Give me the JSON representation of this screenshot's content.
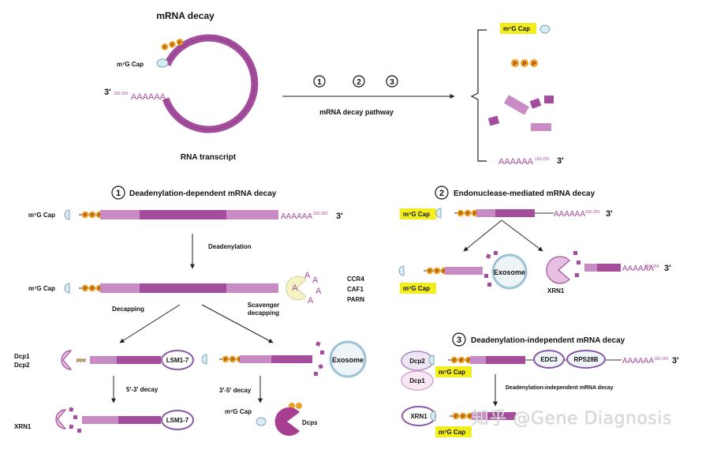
{
  "colors": {
    "rna": "#a34d9c",
    "rna_light": "#c98bc4",
    "p": "#f0a020",
    "cap_bg": "#f2ee1e",
    "cap_fill": "#d9ecf3",
    "cap_stroke": "#7fa6b8",
    "exo_fill": "#eef5f9",
    "exo_stroke": "#9ec3d6",
    "lsm_fill": "#ffffff",
    "lsm_stroke": "#8a5aa8",
    "scav": "#f5f2c4"
  },
  "top": {
    "title": "mRNA decay",
    "m7g_label": "m⁷G Cap",
    "three_prime": "3'",
    "polyA": "AAAAAA",
    "polyA_sup": "150-250",
    "transcript_label": "RNA transcript",
    "steps": [
      "1",
      "2",
      "3"
    ],
    "arrow_label": "mRNA decay pathway",
    "p": "P",
    "product_cap": "m⁷G Cap",
    "product_polyA": "AAAAAA",
    "product_polyA_sup": "150-250",
    "product_three": "3'"
  },
  "panel1": {
    "num": "1",
    "title": "Deadenylation-dependent mRNA decay",
    "cap": "m⁷G Cap",
    "polyA": "AAAAAA",
    "polyA_sup": "150-250",
    "three": "3'",
    "deadenylation": "Deadenylation",
    "enzymes": [
      "CCR4",
      "CAF1",
      "PARN"
    ],
    "decapping": "Decapping",
    "scavenger": [
      "Scavenger",
      "decapping"
    ],
    "dcp": [
      "Dcp1",
      "Dcp2"
    ],
    "lsm": "LSM1-7",
    "exosome": "Exosome",
    "decay53": "5'-3' decay",
    "decay35": "3'-5' decay",
    "xrn1": "XRN1",
    "dcps": "Dcps",
    "cap_small": "m⁷G Cap"
  },
  "panel2": {
    "num": "2",
    "title": "Endonuclease-mediated mRNA decay",
    "cap": "m⁷G Cap",
    "polyA": "AAAAAA",
    "polyA_sup": "150-250",
    "three": "3'",
    "exosome": "Exosome",
    "xrn1": "XRN1"
  },
  "panel3": {
    "num": "3",
    "title": "Deadenylation-independent mRNA decay",
    "dcp2": "Dcp2",
    "dcp1": "Dcp1",
    "cap": "m⁷G Cap",
    "edc3": "EDC3",
    "rps28b": "RPS28B",
    "polyA": "AAAAAA",
    "polyA_sup": "150-250",
    "three": "3'",
    "arrow_label": "Deadenylation-independent mRNA decay",
    "xrn1": "XRN1"
  },
  "watermark": "知乎 @Gene Diagnosis"
}
